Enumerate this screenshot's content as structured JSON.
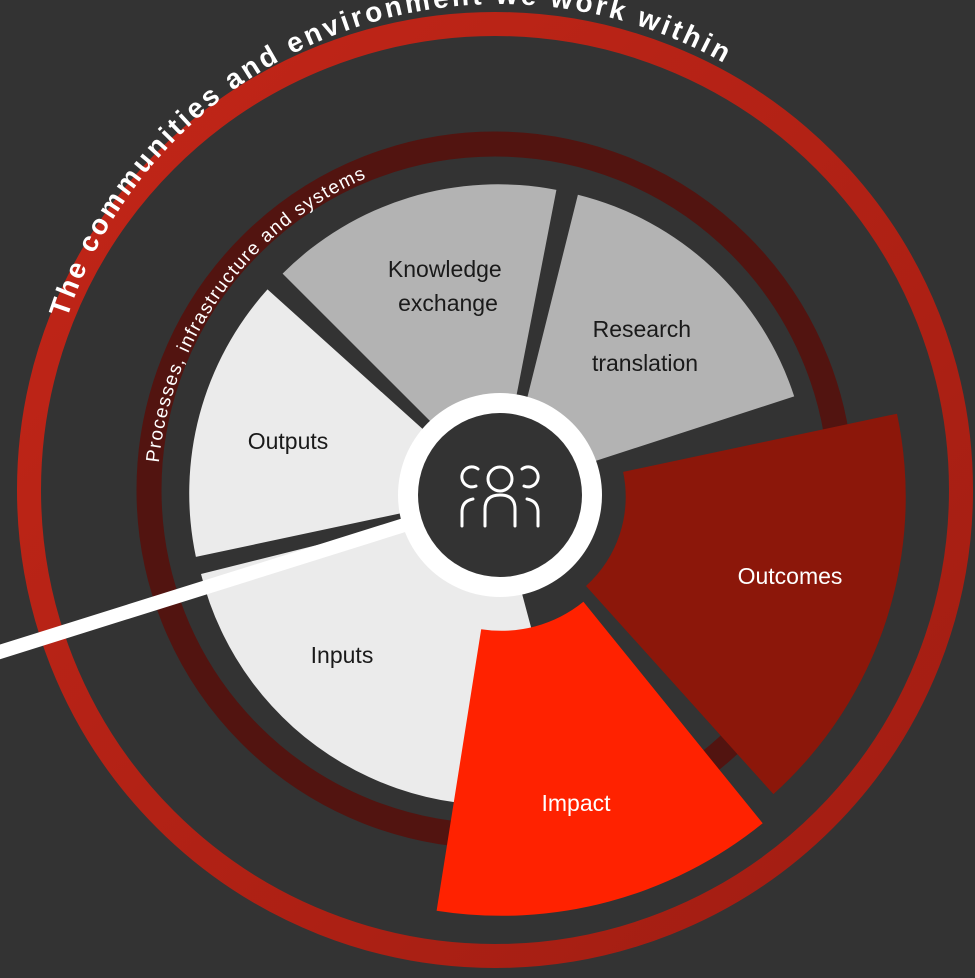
{
  "outer_ring": {
    "label": "The communities and environment we work within",
    "color": "#a8200f"
  },
  "inner_ring": {
    "label": "Processes, infrastructure and systems",
    "color": "#521410"
  },
  "hub": {
    "icon": "people-group-icon",
    "ring_color": "#ffffff",
    "fill_color": "#333333"
  },
  "segments": [
    {
      "id": "inputs",
      "label": "Inputs",
      "color": "#ebebeb",
      "text_color": "#1a1a1a"
    },
    {
      "id": "outputs",
      "label": "Outputs",
      "color": "#ebebeb",
      "text_color": "#1a1a1a"
    },
    {
      "id": "knowledge-exchange",
      "label": "Knowledge exchange",
      "line1": "Knowledge",
      "line2": "exchange",
      "color": "#b3b3b3",
      "text_color": "#1a1a1a"
    },
    {
      "id": "research-translation",
      "label": "Research translation",
      "line1": "Research",
      "line2": "translation",
      "color": "#b3b3b3",
      "text_color": "#1a1a1a"
    },
    {
      "id": "outcomes",
      "label": "Outcomes",
      "color": "#8c170a",
      "text_color": "#ffffff"
    },
    {
      "id": "impact",
      "label": "Impact",
      "color": "#ff2200",
      "text_color": "#ffffff"
    }
  ],
  "pointer_line_color": "#ffffff",
  "background": "#333333"
}
